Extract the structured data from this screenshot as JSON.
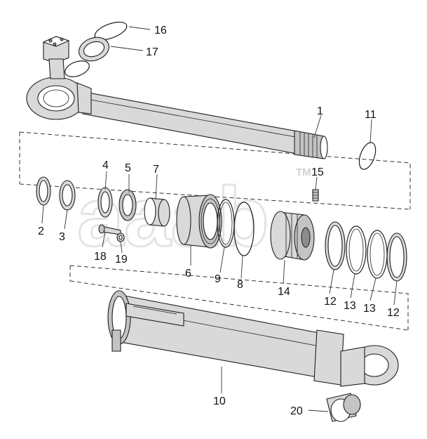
{
  "diagram": {
    "parts": [
      {
        "id": "1",
        "label": "1"
      },
      {
        "id": "2",
        "label": "2"
      },
      {
        "id": "3",
        "label": "3"
      },
      {
        "id": "4",
        "label": "4"
      },
      {
        "id": "5",
        "label": "5"
      },
      {
        "id": "6",
        "label": "6"
      },
      {
        "id": "7",
        "label": "7"
      },
      {
        "id": "8",
        "label": "8"
      },
      {
        "id": "9",
        "label": "9"
      },
      {
        "id": "10",
        "label": "10"
      },
      {
        "id": "11",
        "label": "11"
      },
      {
        "id": "12a",
        "label": "12"
      },
      {
        "id": "12b",
        "label": "12"
      },
      {
        "id": "13a",
        "label": "13"
      },
      {
        "id": "13b",
        "label": "13"
      },
      {
        "id": "14",
        "label": "14"
      },
      {
        "id": "15",
        "label": "15"
      },
      {
        "id": "16",
        "label": "16"
      },
      {
        "id": "17",
        "label": "17"
      },
      {
        "id": "18",
        "label": "18"
      },
      {
        "id": "19",
        "label": "19"
      },
      {
        "id": "20",
        "label": "20"
      }
    ],
    "watermark": {
      "mark": "TM"
    }
  }
}
